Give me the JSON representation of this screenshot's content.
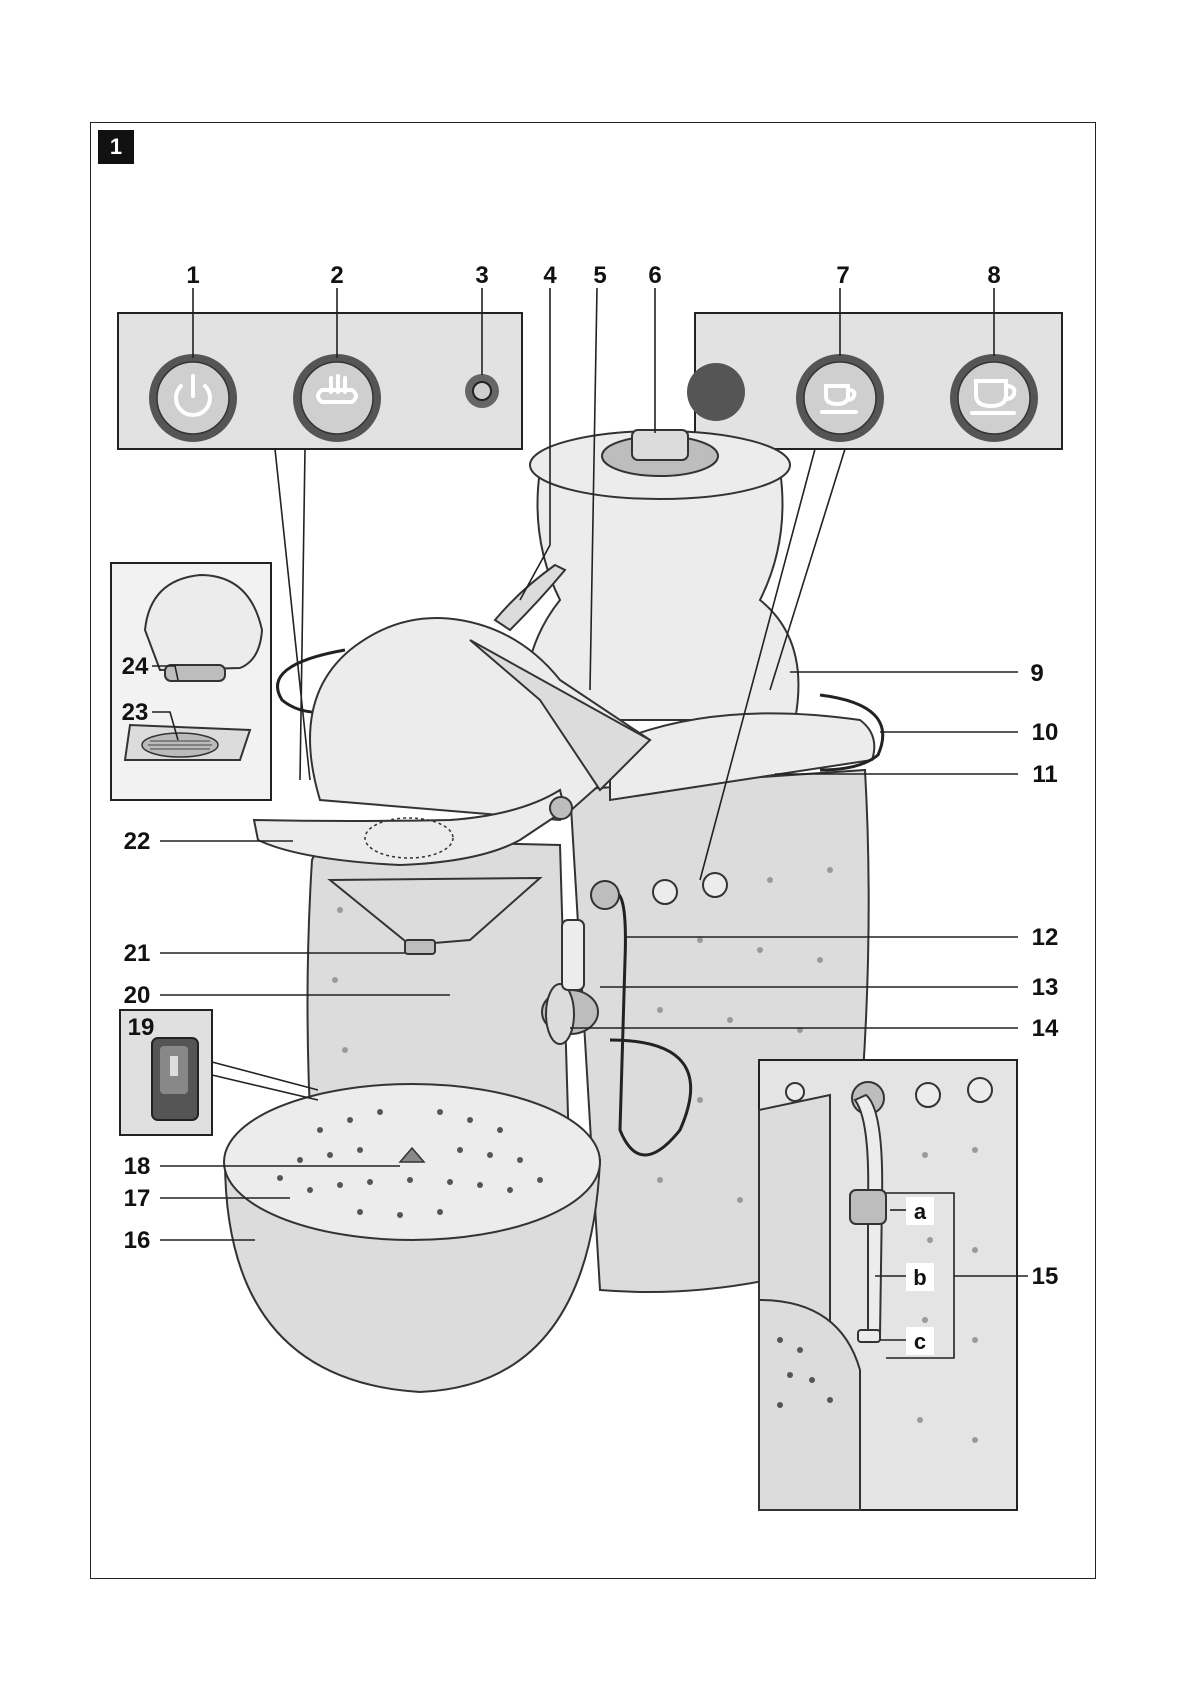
{
  "figure_number": "1",
  "callouts": {
    "c1": "1",
    "c2": "2",
    "c3": "3",
    "c4": "4",
    "c5": "5",
    "c6": "6",
    "c7": "7",
    "c8": "8",
    "c9": "9",
    "c10": "10",
    "c11": "11",
    "c12": "12",
    "c13": "13",
    "c14": "14",
    "c15": "15",
    "c16": "16",
    "c17": "17",
    "c18": "18",
    "c19": "19",
    "c20": "20",
    "c21": "21",
    "c22": "22",
    "c23": "23",
    "c24": "24"
  },
  "sub_callouts": {
    "a": "a",
    "b": "b",
    "c": "c"
  }
}
